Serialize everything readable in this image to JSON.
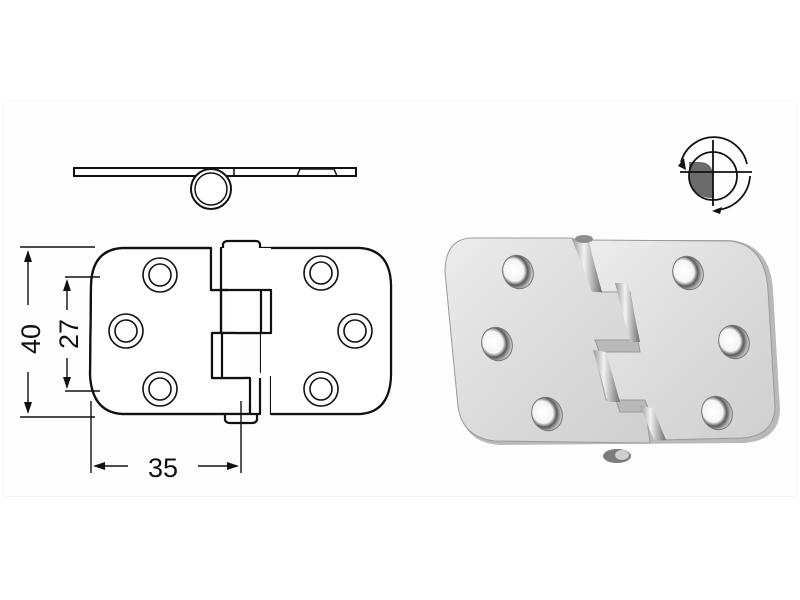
{
  "diagram": {
    "subject": "double-leaf stainless hinge",
    "views": [
      "side-profile",
      "front-technical-drawing",
      "product-photo",
      "rotation-symbol"
    ],
    "dimensions": {
      "overall_height": "40",
      "hole_spacing": "27",
      "leaf_width": "35"
    },
    "units": "mm",
    "holes_per_leaf": 3,
    "colors": {
      "line": "#111111",
      "background": "#ffffff",
      "metal_light": "#e4e4e4",
      "metal_mid": "#c9c9c9",
      "metal_dark": "#5a5a5a",
      "symbol_fill": "#6b6b6b"
    }
  }
}
